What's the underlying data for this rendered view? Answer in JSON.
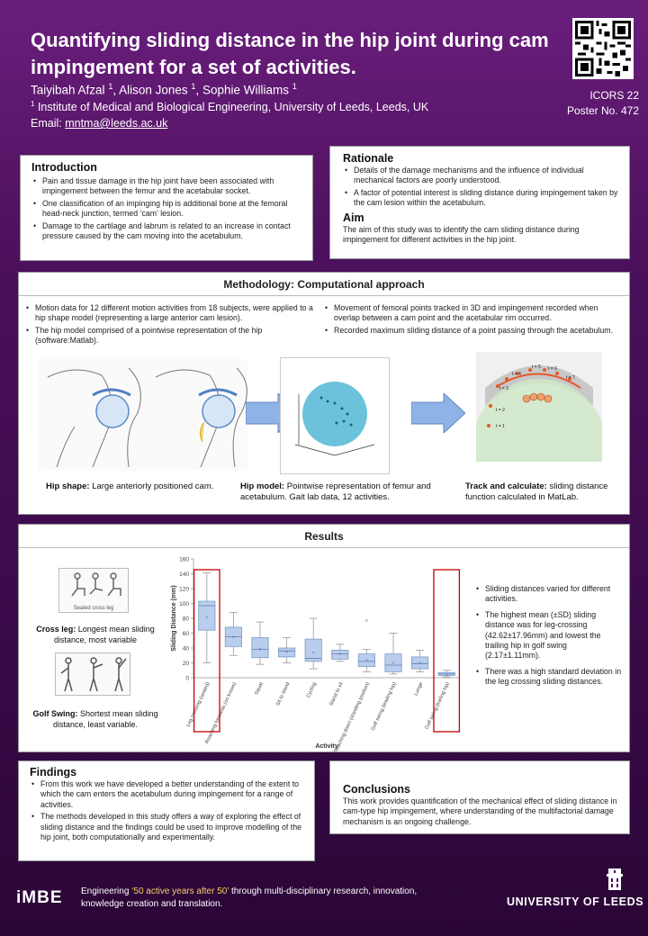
{
  "header": {
    "title": "Quantifying sliding distance in the hip joint during cam impingement for a set of activities.",
    "authors": [
      {
        "name": "Taiyibah Afzal",
        "sup": "1"
      },
      {
        "name": "Alison Jones",
        "sup": "1"
      },
      {
        "name": "Sophie Williams",
        "sup": "1"
      }
    ],
    "institution_sup": "1",
    "institution": "Institute of Medical and Biological Engineering, University of Leeds, Leeds, UK",
    "email_label": "Email:",
    "email": "mntma@leeds.ac.uk",
    "conference": "ICORS 22",
    "poster_no": "Poster No. 472"
  },
  "introduction": {
    "heading": "Introduction",
    "bullets": [
      "Pain and tissue damage in the hip joint have been associated with impingement between the femur and the acetabular socket.",
      "One classification of an impinging hip is additional bone at the femoral head-neck junction, termed ‘cam’ lesion.",
      "Damage to the cartilage and labrum is related to an increase in contact pressure caused by the cam moving into the acetabulum."
    ]
  },
  "rationale": {
    "heading": "Rationale",
    "bullets": [
      "Details of the damage mechanisms and the influence of individual mechanical factors are poorly understood.",
      "A factor of potential interest is sliding distance during impingement taken by the cam lesion within the acetabulum."
    ],
    "aim_heading": "Aim",
    "aim_text": "The aim of this study was to identify the cam sliding distance during impingement for different activities in the hip joint."
  },
  "methodology": {
    "heading": "Methodology: Computational approach",
    "bullets_left": [
      "Motion data for 12 different motion activities from 18 subjects, were applied to a hip shape model (representing a large anterior cam lesion).",
      "The hip model comprised of a pointwise representation of the hip (software:Matlab)."
    ],
    "bullets_right": [
      "Movement of femoral points tracked in 3D and impingement recorded when overlap between a cam point and the acetabular rim occurred.",
      "Recorded maximum sliding distance of a point passing through the acetabulum."
    ],
    "captions": [
      {
        "bold": "Hip shape:",
        "text": " Large anteriorly positioned cam."
      },
      {
        "bold": "Hip model:",
        "text": " Pointwise representation of femur and acetabulum. Gait lab data, 12 activities."
      },
      {
        "bold": "Track and calculate:",
        "text": " sliding distance function calculated in MatLab."
      }
    ],
    "track_labels": [
      "t = 1",
      "t = 2",
      "t = 3",
      "t = 4",
      "t = 5",
      "t = 6",
      "t = 7"
    ]
  },
  "results": {
    "heading": "Results",
    "cross_leg_image_label": "Seated cross leg",
    "cross_leg_bold": "Cross leg:",
    "cross_leg_text": " Longest mean sliding distance, most variable",
    "golf_bold": "Golf Swing:",
    "golf_text": " Shortest mean sliding distance, least variable.",
    "bullets": [
      "Sliding distances varied for different activities.",
      "The highest mean (±SD) sliding distance was for leg-crossing (42.62±17.96mm) and lowest the trailing hip in golf swing (2.17±1.11mm).",
      "There was a high standard deviation in the leg crossing sliding distances."
    ]
  },
  "chart_data": {
    "type": "box",
    "xlabel": "Activity",
    "ylabel": "Sliding Distance (mm)",
    "ylim": [
      0,
      160
    ],
    "yticks": [
      0,
      20,
      40,
      60,
      80,
      100,
      120,
      140,
      160
    ],
    "categories": [
      "Leg crossing (seated)",
      "Reaching forwards (on knees)",
      "Squat",
      "Sit to stand",
      "Cycling",
      "Stand to sit",
      "Reaching down (standing position)",
      "Golf swing (leading hip)",
      "Lunge",
      "Golf swing (trailing hip)"
    ],
    "boxes": [
      {
        "min": 20,
        "q1": 64,
        "median": 97,
        "q3": 103,
        "max": 141,
        "mean": 82
      },
      {
        "min": 30,
        "q1": 42,
        "median": 55,
        "q3": 68,
        "max": 88,
        "mean": 55
      },
      {
        "min": 18,
        "q1": 27,
        "median": 38,
        "q3": 54,
        "max": 75,
        "mean": 39
      },
      {
        "min": 20,
        "q1": 28,
        "median": 36,
        "q3": 40,
        "max": 54,
        "mean": 35
      },
      {
        "min": 12,
        "q1": 22,
        "median": 26,
        "q3": 52,
        "max": 80,
        "mean": 34
      },
      {
        "min": 22,
        "q1": 25,
        "median": 32,
        "q3": 37,
        "max": 45,
        "mean": 32
      },
      {
        "min": 8,
        "q1": 15,
        "median": 22,
        "q3": 32,
        "max": 38,
        "mean": 24
      },
      {
        "min": 5,
        "q1": 8,
        "median": 17,
        "q3": 32,
        "max": 60,
        "mean": 20
      },
      {
        "min": 8,
        "q1": 12,
        "median": 19,
        "q3": 28,
        "max": 37,
        "mean": 20
      },
      {
        "min": 1,
        "q1": 3,
        "median": 5,
        "q3": 7,
        "max": 10,
        "mean": 4
      }
    ],
    "outliers": [
      {
        "category": 6,
        "value": 77
      }
    ],
    "highlighted": [
      0,
      9
    ],
    "box_color": "#b9cdec",
    "box_stroke": "#7d9cc9",
    "highlight_color": "#c00000"
  },
  "findings": {
    "heading": "Findings",
    "bullets": [
      "From this work we have developed a better understanding of the extent to which the cam enters the acetabulum during impingement for a range of activities.",
      "The methods developed in this study offers a way of exploring the effect of sliding distance and the findings could be used to improve modelling of the hip joint, both computationally and experimentally."
    ]
  },
  "conclusions": {
    "heading": "Conclusions",
    "text": "This work provides quantification of the mechanical effect of sliding distance in cam-type hip impingement, where understanding of the multifactorial damage mechanism is an ongoing challenge."
  },
  "footer": {
    "logo": "iMBE",
    "text_pre": "Engineering ",
    "text_hl": "‘50 active years after 50’",
    "text_post": " through multi-disciplinary research, innovation, knowledge creation and translation.",
    "university": "UNIVERSITY OF LEEDS"
  },
  "colors": {
    "background": "#4a0f5a",
    "accent_blue": "#8fb3e6",
    "highlight_red": "#c00000",
    "footer_highlight": "#f5d36b"
  }
}
